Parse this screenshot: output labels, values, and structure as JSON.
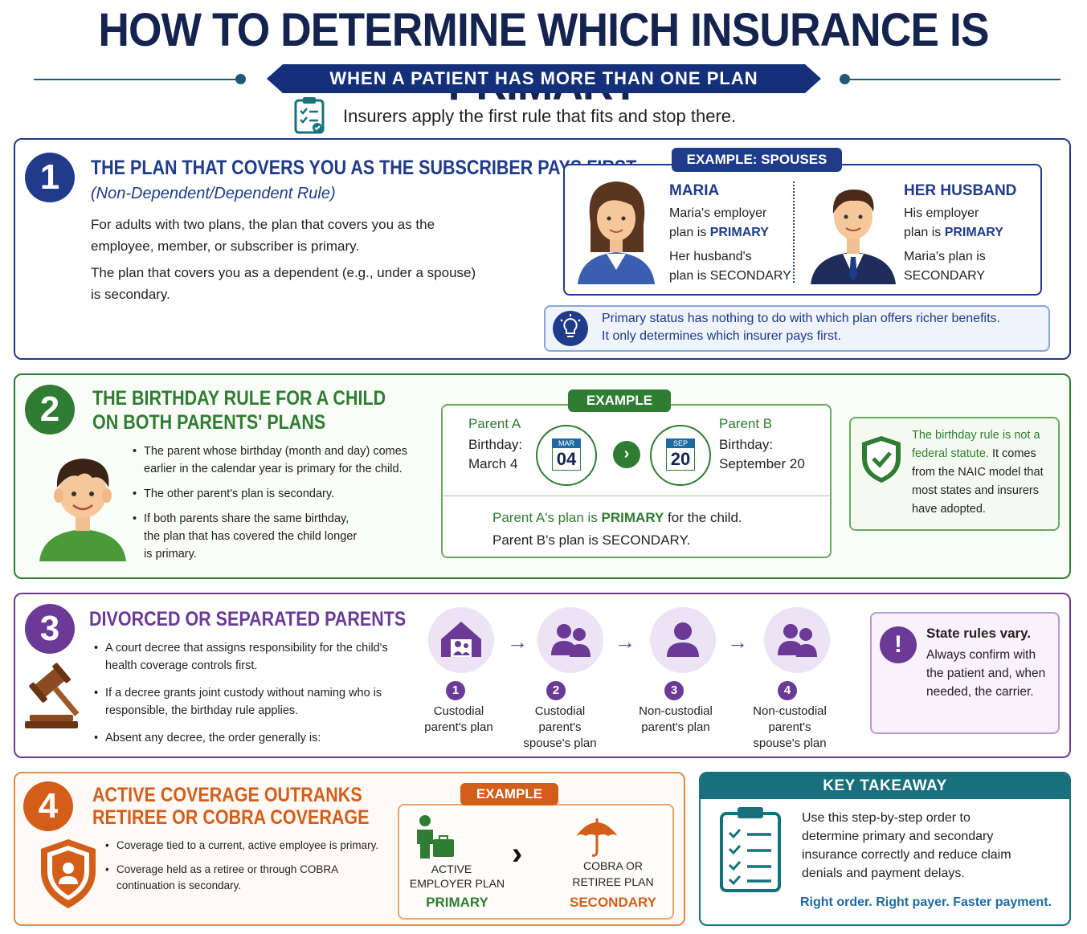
{
  "header": {
    "title": "HOW TO DETERMINE WHICH INSURANCE IS PRIMARY",
    "subtitle": "WHEN A PATIENT HAS MORE THAN ONE PLAN",
    "intro": "Insurers apply the first rule that fits and stop there."
  },
  "colors": {
    "navy": "#14307a",
    "section1": "#1f3b8a",
    "section2": "#2e7d32",
    "section3": "#6a3a96",
    "section4": "#d35e1a",
    "takeaway": "#17707b"
  },
  "section1": {
    "number": "1",
    "title": "THE PLAN THAT COVERS YOU AS THE SUBSCRIBER PAYS FIRST",
    "subtitle": "(Non-Dependent/Dependent Rule)",
    "para1": "For adults with two plans, the plan that covers you as the employee, member, or subscriber is primary.",
    "para2": "The plan that covers you as a dependent (e.g., under a spouse) is secondary.",
    "example_tag": "EXAMPLE: SPOUSES",
    "maria": {
      "name": "MARIA",
      "l1": "Maria's employer",
      "l2a": "plan is ",
      "l2b": "PRIMARY",
      "l3": "Her husband's",
      "l4": "plan is SECONDARY"
    },
    "husband": {
      "name": "HER HUSBAND",
      "l1": "His employer",
      "l2a": "plan is ",
      "l2b": "PRIMARY",
      "l3": "Maria's plan is",
      "l4": "SECONDARY"
    },
    "note_l1": "Primary status has nothing to do with which plan offers richer benefits.",
    "note_l2": "It only determines which insurer pays first."
  },
  "section2": {
    "number": "2",
    "title_l1": "THE BIRTHDAY RULE FOR A CHILD",
    "title_l2": "ON BOTH PARENTS' PLANS",
    "bullets": [
      "The parent whose birthday (month and day) comes earlier in the calendar year is primary for the child.",
      "The other parent's plan is secondary.",
      "If both parents share the same birthday, the plan that has covered the child longer is primary."
    ],
    "example_tag": "EXAMPLE",
    "parentA": {
      "name": "Parent A",
      "label": "Birthday:",
      "date": "March 4",
      "month": "MAR",
      "day": "04"
    },
    "parentB": {
      "name": "Parent B",
      "label": "Birthday:",
      "date": "September 20",
      "month": "SEP",
      "day": "20"
    },
    "result_l1a": "Parent A's plan is ",
    "result_l1b": "PRIMARY",
    "result_l1c": " for the child.",
    "result_l2": "Parent B's plan is SECONDARY.",
    "note_a": "The birthday rule is not a federal statute.",
    "note_b": " It comes from the NAIC model that most states and insurers have adopted."
  },
  "section3": {
    "number": "3",
    "title": "DIVORCED OR SEPARATED PARENTS",
    "bullets": [
      "A court decree that assigns responsibility for the child's health coverage controls first.",
      "If a decree grants joint custody without naming who is responsible, the birthday rule applies.",
      "Absent any decree, the order generally is:"
    ],
    "steps": [
      {
        "num": "1",
        "label": "Custodial parent's plan"
      },
      {
        "num": "2",
        "label": "Custodial parent's spouse's plan"
      },
      {
        "num": "3",
        "label": "Non-custodial parent's plan"
      },
      {
        "num": "4",
        "label": "Non-custodial parent's spouse's plan"
      }
    ],
    "note_title": "State rules vary.",
    "note_body": "Always confirm with the patient and, when needed, the carrier."
  },
  "section4": {
    "number": "4",
    "title_l1": "ACTIVE COVERAGE OUTRANKS",
    "title_l2": "RETIREE OR COBRA COVERAGE",
    "bullets": [
      "Coverage tied to a current, active employee is primary.",
      "Coverage held as a retiree or through COBRA continuation is secondary."
    ],
    "example_tag": "EXAMPLE",
    "left_l1": "ACTIVE",
    "left_l2": "EMPLOYER PLAN",
    "left_status": "PRIMARY",
    "right_l1": "COBRA OR",
    "right_l2": "RETIREE PLAN",
    "right_status": "SECONDARY"
  },
  "takeaway": {
    "title": "KEY TAKEAWAY",
    "body": "Use this step-by-step order to determine primary and secondary insurance correctly and reduce claim denials and payment delays.",
    "tagline": "Right order. Right payer. Faster payment."
  }
}
